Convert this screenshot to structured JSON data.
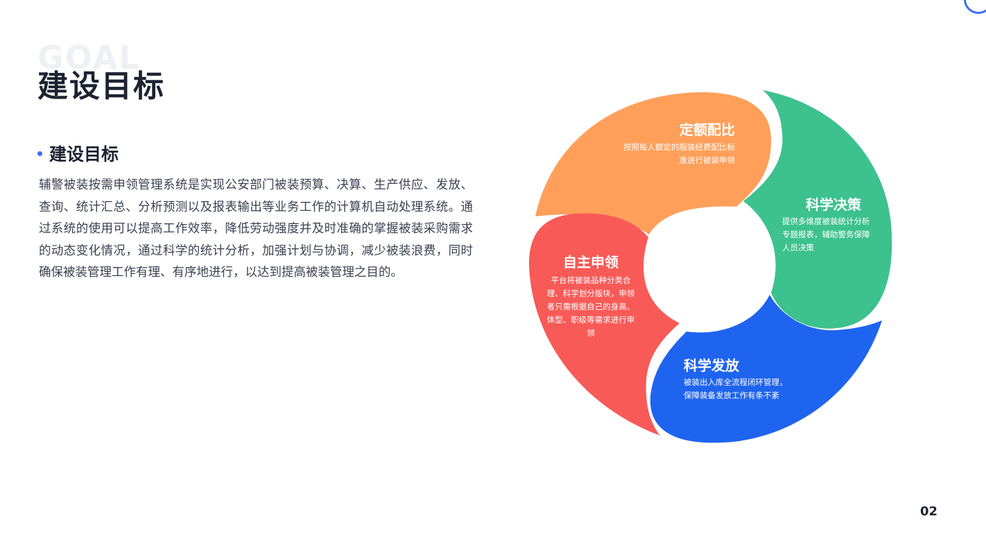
{
  "header": {
    "watermark": "GOAL",
    "title": "建设目标"
  },
  "section": {
    "title": "建设目标",
    "body": "辅警被装按需申领管理系统是实现公安部门被装预算、决算、生产供应、发放、查询、统计汇总、分析预测以及报表输出等业务工作的计算机自动处理系统。通过系统的使用可以提高工作效率，降低劳动强度并及时准确的掌握被装采购需求的动态变化情况，通过科学的统计分析，加强计划与协调，减少被装浪费，同时确保被装管理工作有理、有序地进行，以达到提高被装管理之目的。"
  },
  "cycle": {
    "segments": [
      {
        "key": "quota",
        "title": "定额配比",
        "lines": [
          "按照每人额定的服装经费配比标",
          "准进行被装申领"
        ],
        "color": "#ff9f5a"
      },
      {
        "key": "decision",
        "title": "科学决策",
        "lines": [
          "提供多维度被装统计分析",
          "专题报表，辅助警务保障",
          "人员决策"
        ],
        "color": "#3dc18f"
      },
      {
        "key": "distribute",
        "title": "科学发放",
        "lines": [
          "被装出入库全流程闭环管理，",
          "保障装备发放工作有条不紊"
        ],
        "color": "#1f64ee"
      },
      {
        "key": "apply",
        "title": "自主申领",
        "lines": [
          "平台将被装品种分类合",
          "理、科学划分版块，申领",
          "者只需根据自己的身高、",
          "体型、职级等需求进行申",
          "领"
        ],
        "color": "#f85a57"
      }
    ]
  },
  "page_number": "02",
  "colors": {
    "accent": "#3a6ff2",
    "title": "#1c2230"
  }
}
